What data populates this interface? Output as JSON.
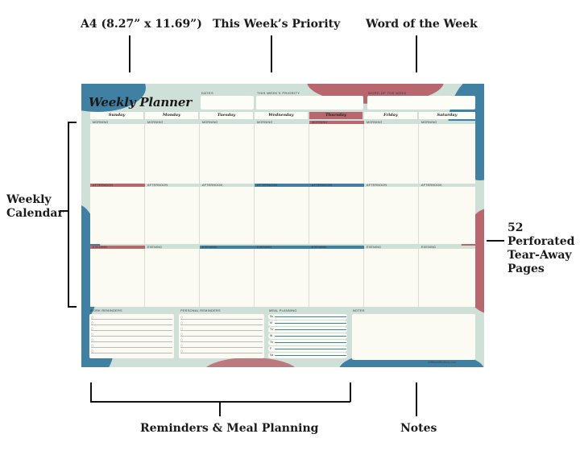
{
  "callouts": {
    "size": "A4 (8.27” x 11.69”)",
    "priority": "This Week’s Priority",
    "word": "Word of the Week",
    "weekly_calendar": "Weekly\nCalendar",
    "pages": "52\nPerforated\nTear-Away\nPages",
    "reminders_meal": "Reminders & Meal Planning",
    "notes": "Notes"
  },
  "planner": {
    "title": "Weekly Planner",
    "dates_label": "DATES",
    "priority_label": "THIS WEEK'S PRIORITY",
    "word_label": "WORD OF THE WEEK",
    "days": [
      "Sunday",
      "Monday",
      "Tuesday",
      "Wednesday",
      "Thursday",
      "Friday",
      "Saturday"
    ],
    "periods": [
      "MORNING",
      "AFTERNOON",
      "EVENING"
    ],
    "work_reminders_label": "WORK REMINDERS",
    "personal_reminders_label": "PERSONAL REMINDERS",
    "meal_planning_label": "MEAL PLANNING",
    "notes_label": "NOTES",
    "meal_days": [
      "Su",
      "M",
      "Tu",
      "W",
      "Th",
      "F",
      "Sa"
    ],
    "checkbox_glyph": "○",
    "website": "shiftstoreffections.com"
  },
  "colors": {
    "sheet_bg": "#cfe0d8",
    "accent_blue": "#3f80a3",
    "accent_rose": "#b9676e",
    "paper": "#fbfbf4"
  }
}
